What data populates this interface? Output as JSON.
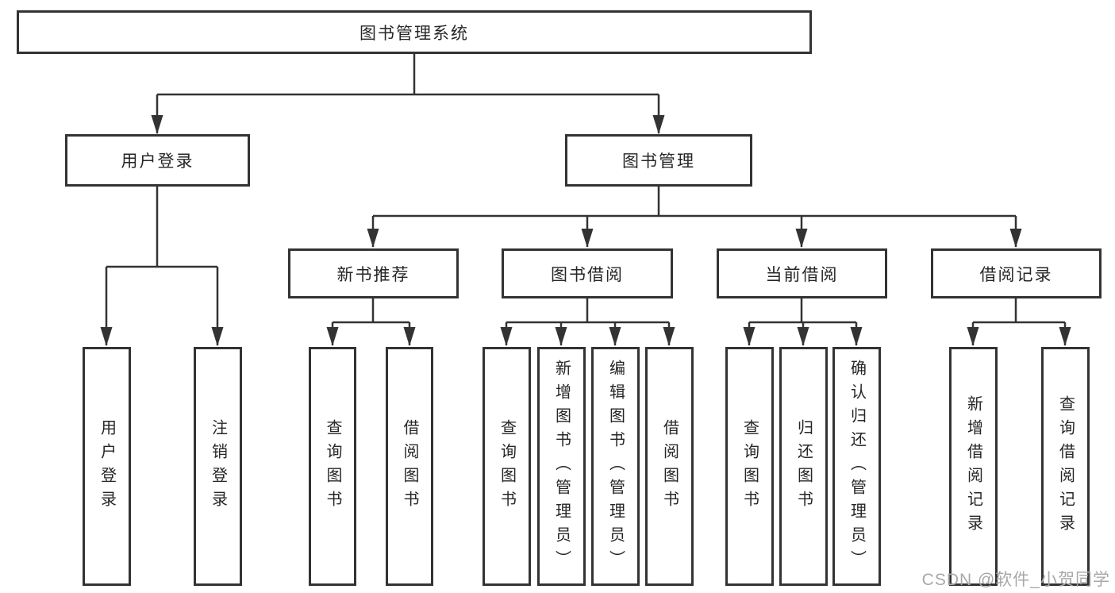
{
  "diagram": {
    "root": {
      "label": "图书管理系统"
    },
    "branches": [
      {
        "label": "用户登录",
        "children": [
          "用户登录",
          "注销登录"
        ]
      },
      {
        "label": "图书管理",
        "children": [
          "新书推荐",
          "图书借阅",
          "当前借阅",
          "借阅记录"
        ]
      }
    ],
    "modules": [
      {
        "label": "新书推荐",
        "children": [
          "查询图书",
          "借阅图书"
        ]
      },
      {
        "label": "图书借阅",
        "children": [
          "查询图书",
          "新增图书（管理员）",
          "编辑图书（管理员）",
          "借阅图书"
        ]
      },
      {
        "label": "当前借阅",
        "children": [
          "查询图书",
          "归还图书",
          "确认归还（管理员）"
        ]
      },
      {
        "label": "借阅记录",
        "children": [
          "新增借阅记录",
          "查询借阅记录"
        ]
      }
    ]
  },
  "watermark": "CSDN @软件_小贺同学",
  "colors": {
    "line": "#333333",
    "text": "#262626",
    "watermark": "#a8a8a8",
    "background": "#ffffff"
  }
}
